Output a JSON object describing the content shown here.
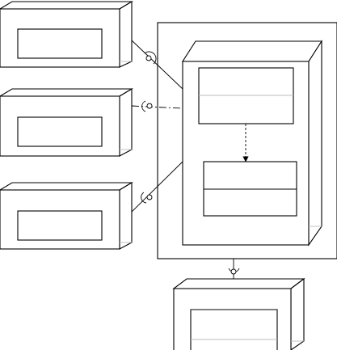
{
  "diagram": {
    "node_count": 5,
    "components": [
      {
        "id": "node-top-left",
        "label": ""
      },
      {
        "id": "node-middle-left",
        "label": ""
      },
      {
        "id": "node-bottom-left",
        "label": ""
      },
      {
        "id": "central-container",
        "label": ""
      },
      {
        "id": "node-bottom",
        "label": ""
      }
    ],
    "inner_parts": [
      {
        "id": "upper-part",
        "label": ""
      },
      {
        "id": "lower-part",
        "label": ""
      }
    ],
    "connectors": [
      {
        "from": "node-top-left",
        "to": "central-container",
        "style": "solid",
        "end": "socket"
      },
      {
        "from": "node-middle-left",
        "to": "central-container",
        "style": "dash-dot",
        "end": "socket"
      },
      {
        "from": "node-bottom-left",
        "to": "central-container",
        "style": "solid",
        "end": "socket"
      },
      {
        "from": "central-container",
        "to": "node-bottom",
        "style": "solid",
        "end": "socket"
      },
      {
        "from": "upper-part",
        "to": "lower-part",
        "style": "dashed",
        "end": "arrow"
      }
    ]
  }
}
